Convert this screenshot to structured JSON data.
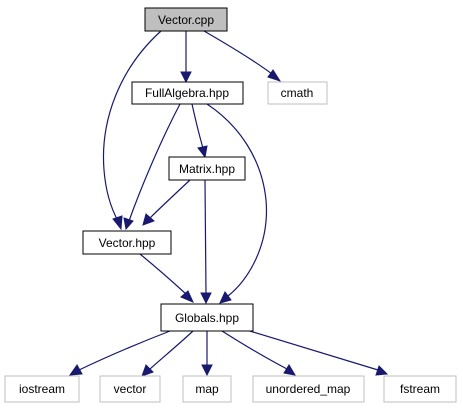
{
  "graph": {
    "nodes": {
      "vector_cpp": {
        "label": "Vector.cpp",
        "kind": "root"
      },
      "full_algebra_hpp": {
        "label": "FullAlgebra.hpp",
        "kind": "internal"
      },
      "cmath": {
        "label": "cmath",
        "kind": "external"
      },
      "matrix_hpp": {
        "label": "Matrix.hpp",
        "kind": "internal"
      },
      "vector_hpp": {
        "label": "Vector.hpp",
        "kind": "internal"
      },
      "globals_hpp": {
        "label": "Globals.hpp",
        "kind": "internal"
      },
      "iostream": {
        "label": "iostream",
        "kind": "external"
      },
      "vector": {
        "label": "vector",
        "kind": "external"
      },
      "map": {
        "label": "map",
        "kind": "external"
      },
      "unordered_map": {
        "label": "unordered_map",
        "kind": "external"
      },
      "fstream": {
        "label": "fstream",
        "kind": "external"
      }
    },
    "edges": [
      {
        "from": "vector_cpp",
        "to": "full_algebra_hpp"
      },
      {
        "from": "vector_cpp",
        "to": "cmath"
      },
      {
        "from": "vector_cpp",
        "to": "vector_hpp"
      },
      {
        "from": "full_algebra_hpp",
        "to": "matrix_hpp"
      },
      {
        "from": "full_algebra_hpp",
        "to": "vector_hpp"
      },
      {
        "from": "full_algebra_hpp",
        "to": "globals_hpp"
      },
      {
        "from": "matrix_hpp",
        "to": "vector_hpp"
      },
      {
        "from": "matrix_hpp",
        "to": "globals_hpp"
      },
      {
        "from": "vector_hpp",
        "to": "globals_hpp"
      },
      {
        "from": "globals_hpp",
        "to": "iostream"
      },
      {
        "from": "globals_hpp",
        "to": "vector"
      },
      {
        "from": "globals_hpp",
        "to": "map"
      },
      {
        "from": "globals_hpp",
        "to": "unordered_map"
      },
      {
        "from": "globals_hpp",
        "to": "fstream"
      }
    ],
    "colors": {
      "edge": "#191970",
      "root_fill": "#bfbfbf",
      "internal_fill": "#ffffff",
      "internal_stroke": "#000000",
      "external_stroke": "#bfbfbf"
    }
  }
}
